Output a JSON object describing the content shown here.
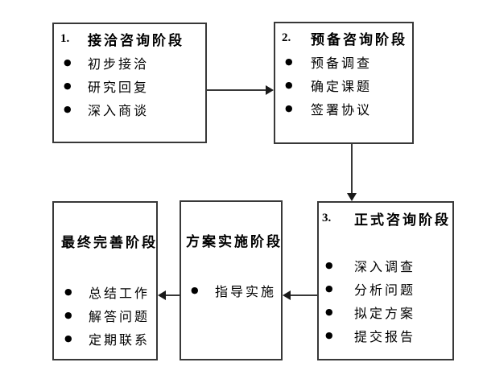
{
  "diagram": {
    "bullet_glyph": "●",
    "colors": {
      "background": "#ffffff",
      "box_border": "#383838",
      "text": "#000000",
      "arrow": "#1a1a1a"
    },
    "boxes": [
      {
        "number": "1.",
        "title": "接洽咨询阶段",
        "items": [
          "初步接洽",
          "研究回复",
          "深入商谈"
        ]
      },
      {
        "number": "2.",
        "title": "预备咨询阶段",
        "items": [
          "预备调查",
          "确定课题",
          "签署协议"
        ]
      },
      {
        "number": "3.",
        "title": "正式咨询阶段",
        "items": [
          "深入调查",
          "分析问题",
          "拟定方案",
          "提交报告"
        ]
      },
      {
        "number": "",
        "title": "方案实施阶段",
        "items": [
          "指导实施"
        ]
      },
      {
        "number": "",
        "title": "最终完善阶段",
        "items": [
          "总结工作",
          "解答问题",
          "定期联系"
        ]
      }
    ],
    "connections": [
      {
        "from": "接洽咨询阶段",
        "to": "预备咨询阶段",
        "direction": "right"
      },
      {
        "from": "预备咨询阶段",
        "to": "正式咨询阶段",
        "direction": "down"
      },
      {
        "from": "正式咨询阶段",
        "to": "方案实施阶段",
        "direction": "left"
      },
      {
        "from": "方案实施阶段",
        "to": "最终完善阶段",
        "direction": "left"
      }
    ]
  }
}
